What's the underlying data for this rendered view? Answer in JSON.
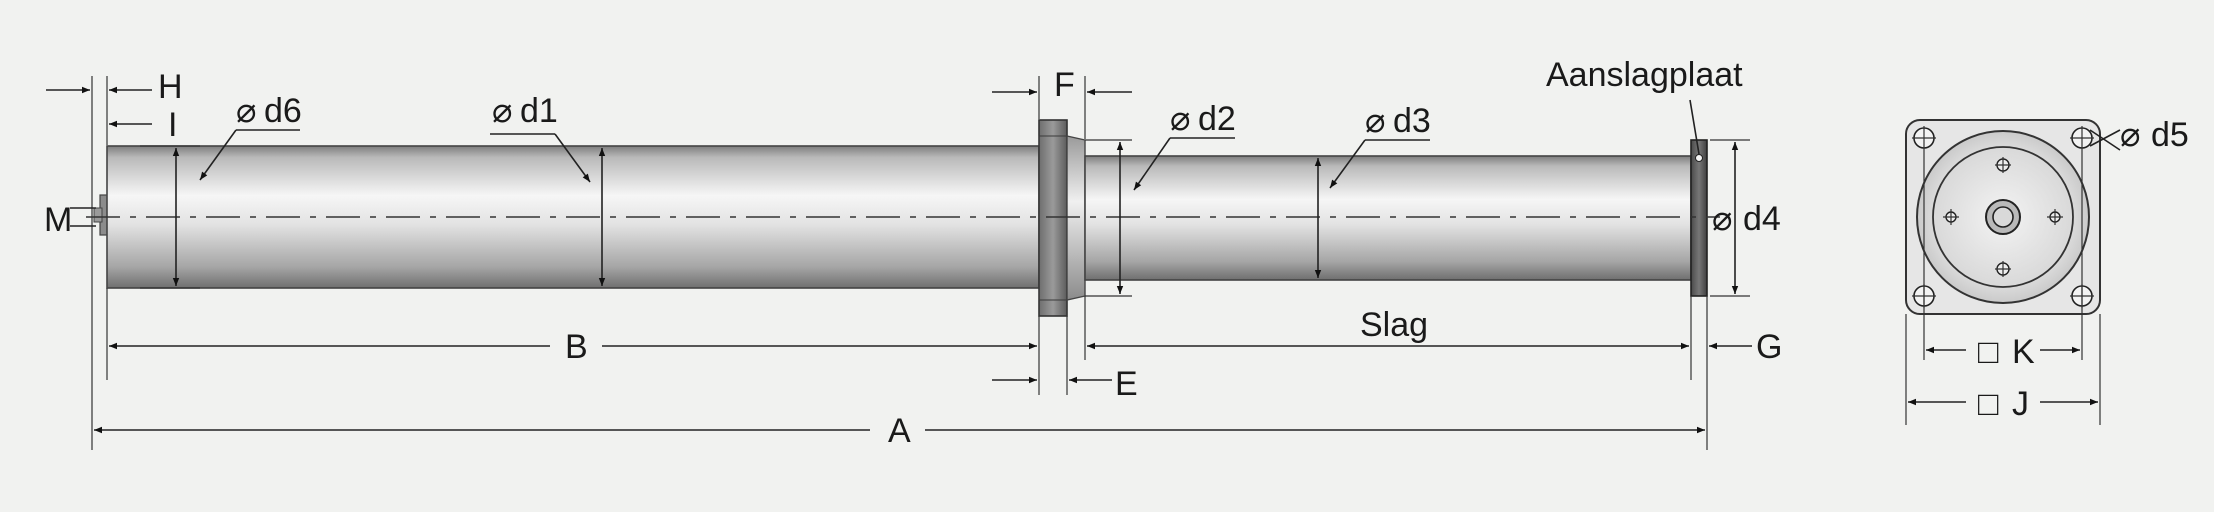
{
  "labels": {
    "H": "H",
    "I": "I",
    "M": "M",
    "d6": "d6",
    "d1": "d1",
    "d2": "d2",
    "d3": "d3",
    "d4": "d4",
    "d5": "d5",
    "F": "F",
    "E": "E",
    "G": "G",
    "B": "B",
    "A": "A",
    "slag": "Slag",
    "aanslagplaat": "Aanslagplaat",
    "K": "K",
    "J": "J"
  },
  "symbols": {
    "diameter": "⌀",
    "square": "□"
  },
  "colors": {
    "background": "#f1f2f0",
    "cylinder_light": "#f4f4f4",
    "cylinder_dark": "#8a8a8a",
    "flange": "#555555",
    "line": "#222222"
  }
}
